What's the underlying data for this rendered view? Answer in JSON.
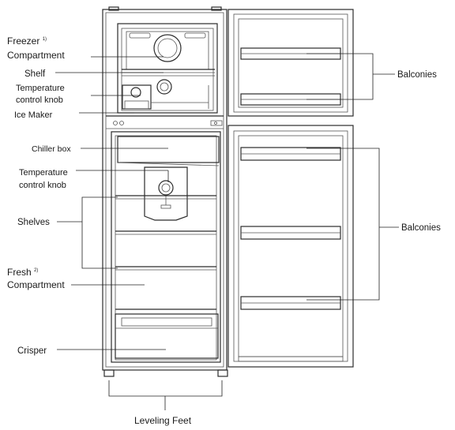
{
  "labels": {
    "freezer": "Freezer",
    "freezer_note": "1)",
    "freezer_line2": "Compartment",
    "shelf": "Shelf",
    "temp_knob_top_1": "Temperature",
    "temp_knob_top_2": "control knob",
    "ice_maker": "Ice Maker",
    "chiller_box": "Chiller box",
    "temp_knob_mid_1": "Temperature",
    "temp_knob_mid_2": "control knob",
    "shelves": "Shelves",
    "fresh": "Fresh",
    "fresh_note": "2)",
    "fresh_line2": "Compartment",
    "crisper": "Crisper",
    "leveling_feet": "Leveling Feet",
    "balconies_top": "Balconies",
    "balconies_bottom": "Balconies"
  }
}
